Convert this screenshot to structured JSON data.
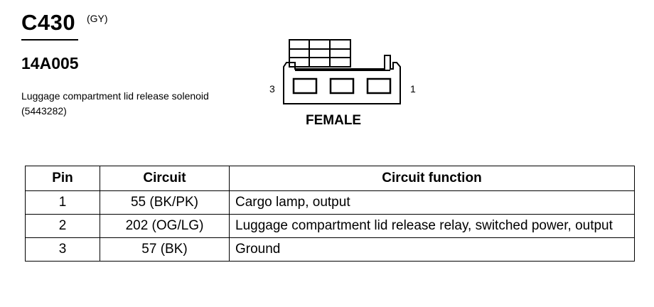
{
  "header": {
    "connector_id": "C430",
    "color_code": "(GY)",
    "part_number": "14A005",
    "description": "Luggage compartment lid release solenoid (5443282)"
  },
  "connector_view": {
    "left_pin_label": "3",
    "right_pin_label": "1",
    "gender": "FEMALE",
    "cavities": 3
  },
  "table": {
    "headers": [
      "Pin",
      "Circuit",
      "Circuit function"
    ],
    "rows": [
      {
        "pin": "1",
        "circuit": "55 (BK/PK)",
        "function": "Cargo lamp, output"
      },
      {
        "pin": "2",
        "circuit": "202 (OG/LG)",
        "function": "Luggage compartment lid release relay, switched power, output"
      },
      {
        "pin": "3",
        "circuit": "57 (BK)",
        "function": "Ground"
      }
    ]
  }
}
